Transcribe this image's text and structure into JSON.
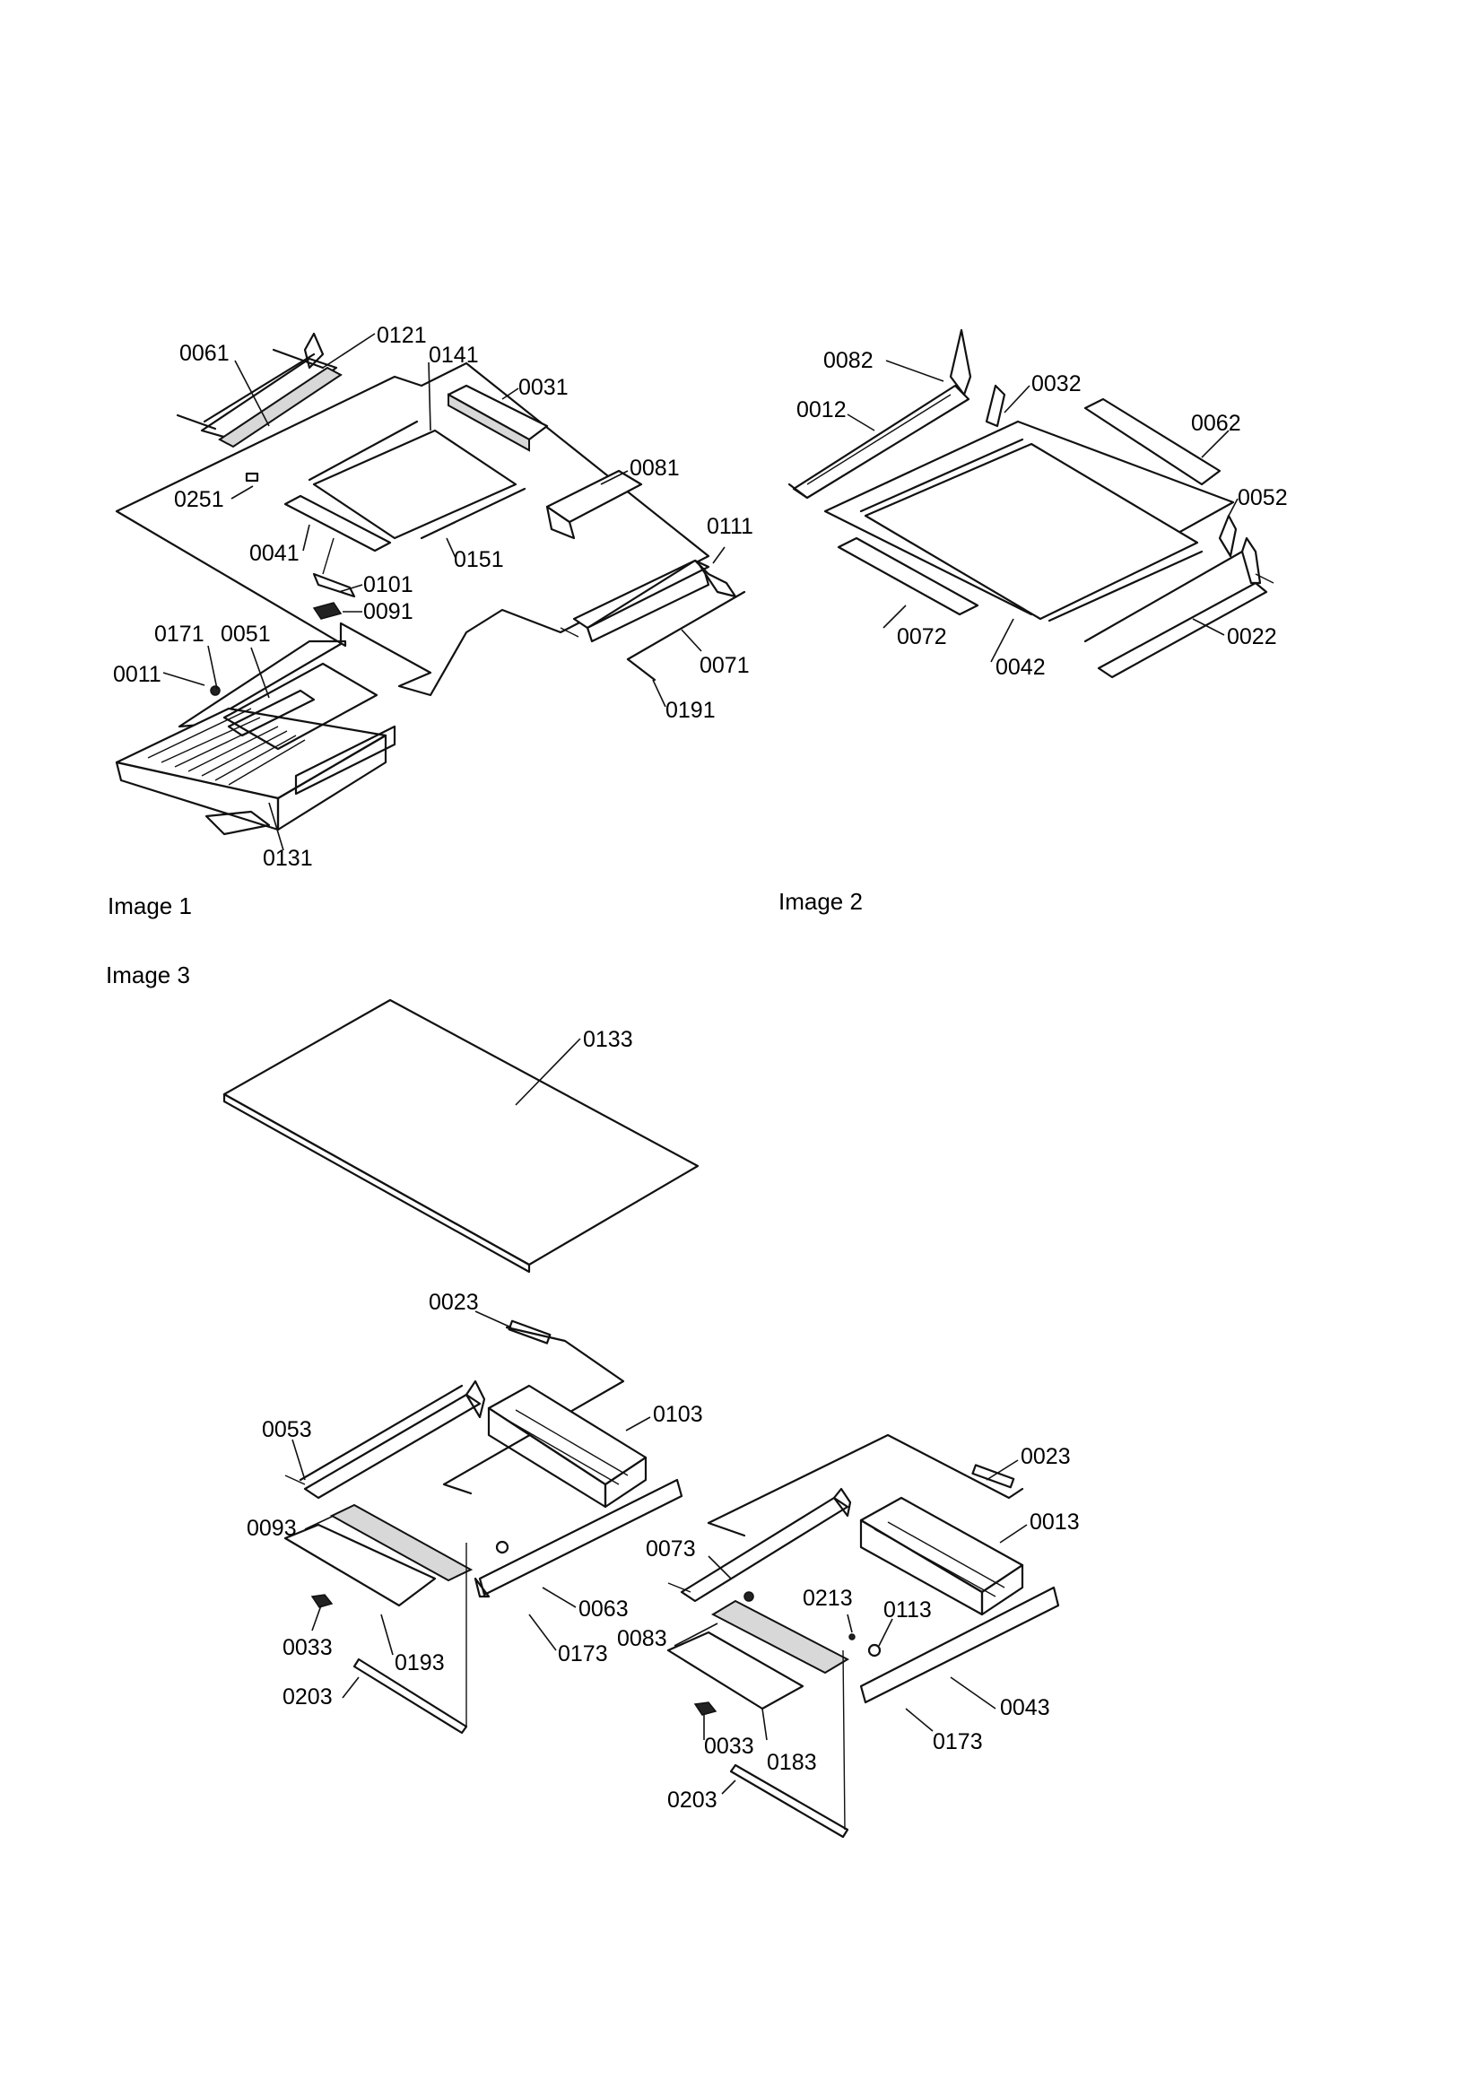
{
  "captions": {
    "image1": "Image 1",
    "image2": "Image 2",
    "image3": "Image 3"
  },
  "callouts": {
    "image1": [
      "0061",
      "0121",
      "0141",
      "0031",
      "0081",
      "0251",
      "0041",
      "0151",
      "0101",
      "0091",
      "0111",
      "0171",
      "0051",
      "0011",
      "0071",
      "0191",
      "0131"
    ],
    "image2": [
      "0082",
      "0032",
      "0012",
      "0062",
      "0052",
      "0072",
      "0042",
      "0022"
    ],
    "image3": [
      "0133",
      "0023",
      "0103",
      "0053",
      "0093",
      "0063",
      "0033",
      "0193",
      "0173",
      "0203",
      "0023",
      "0013",
      "0073",
      "0213",
      "0113",
      "0083",
      "0043",
      "0033",
      "0183",
      "0173",
      "0203"
    ]
  }
}
